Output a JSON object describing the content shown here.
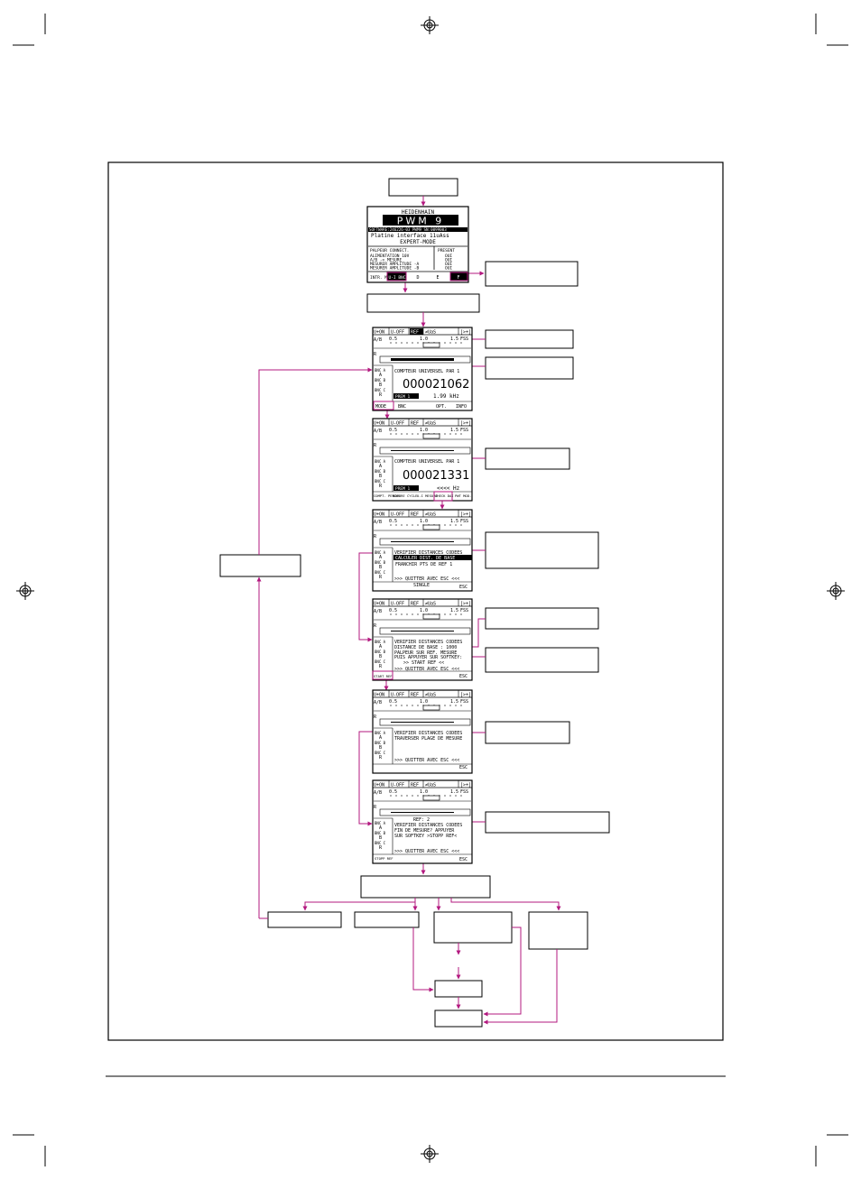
{
  "colors": {
    "accent": "#b3187f",
    "ink": "#000000",
    "paper": "#ffffff"
  },
  "screen_start": {
    "brand": "HEIDENHAIN",
    "model": "PWM 9",
    "firmware": "SOFTWARE:246226-03 PWM9 SN:0099003",
    "interface": "Platine interface 11uAss",
    "mode": "EXPERT-MODE",
    "col_left": "PALPEUR CONNECT.",
    "col_right": "PRESENT",
    "rows": [
      {
        "label": "ALIMENTATION 10V",
        "value": "OUI"
      },
      {
        "label": "A/B -> MESURE",
        "value": "OUI"
      },
      {
        "label": "MESURER AMPLITUDE -A",
        "value": "OUI"
      },
      {
        "label": "MESURER AMPLITUDE -B",
        "value": "OUI"
      }
    ],
    "softkeys": [
      "INTR. MODE",
      "U-I BNC",
      "D",
      "E",
      "F"
    ]
  },
  "tabs": [
    "U+ON",
    "U-OFF",
    "REF",
    "≠UaS",
    "[>+]"
  ],
  "bar_labels": {
    "ab": "A/B",
    "r": "R",
    "s05": "0.5",
    "s10": "1.0",
    "s15": "1.5",
    "fss": "FSS"
  },
  "bnc_labels": [
    {
      "tag": "BNC A",
      "val": "A"
    },
    {
      "tag": "BNC B",
      "val": "B"
    },
    {
      "tag": "BNC C",
      "val": "R"
    }
  ],
  "screen_counter1": {
    "header": "COMPTEUR UNIVERSEL   PAR 1",
    "value": "000021062",
    "sub_left": "PREM 1",
    "sub_right": "1.99   kHz",
    "softkeys": [
      "MODE",
      "BNC",
      "",
      "OPT.",
      "INFO"
    ]
  },
  "screen_counter2": {
    "header": "COMPTEUR UNIVERSEL   PAR 1",
    "value": "000021331",
    "sub_left": "PREM 1",
    "sub_right": "<<<<    Hz",
    "softkeys": [
      "COMPT. PERIO.",
      "NOMBRE CYCLE",
      "U-I MESURE",
      "CHECK DAI",
      "PWT MOD."
    ]
  },
  "screen_menu": {
    "title": "VERIFIER DISTANCES CODEES",
    "line1": "CALCULER DIST. DE BASE",
    "line2": "FRANCHIR PTS DE REF 1",
    "quit": ">>> QUITTER AVEC ESC <<<",
    "status": "SINGLE",
    "esc": "ESC"
  },
  "screen_base": {
    "title": "VERIFIER DISTANCES CODEES",
    "line1": "DISTANCE DE BASE : 1000",
    "line2": "PALPEUR SUR REF. MESURE",
    "line3": "PUIS APPUYER SUR SOFTKEY:",
    "line4": ">> START REF <<",
    "quit": ">>> QUITTER AVEC ESC <<<",
    "key": "START REF",
    "esc": "ESC"
  },
  "screen_traverse": {
    "title": "VERIFIER DISTANCES CODEES",
    "line1": "TRAVERSER PLAGE DE MESURE",
    "quit": ">>> QUITTER AVEC ESC <<<",
    "esc": "ESC"
  },
  "screen_end": {
    "ref": "REF: 2",
    "title": "VERIFIER DISTANCES CODEES",
    "line1": "FIN DE MESURE? APPUYER",
    "line2": "SUR SOFTKEY >STOPP REF<",
    "quit": ">>> QUITTER AVEC ESC <<<",
    "key": "STOPP REF",
    "esc": "ESC"
  }
}
